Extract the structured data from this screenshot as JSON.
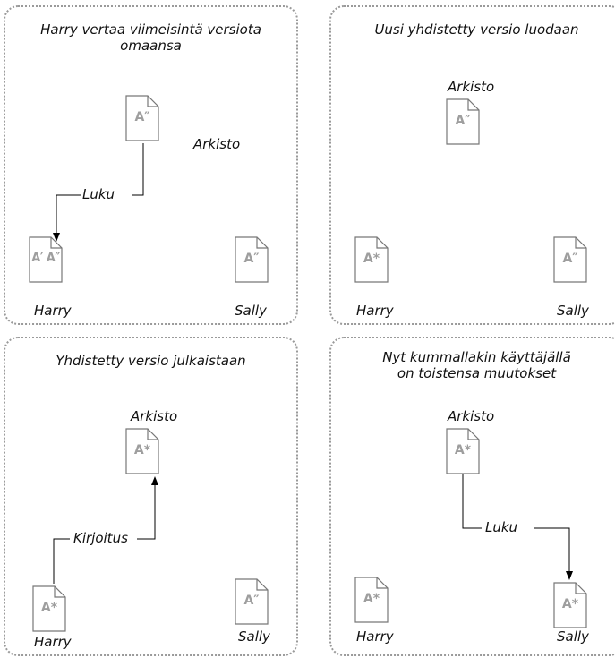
{
  "panels": [
    {
      "title_lines": [
        "Harry vertaa viimeisintä versiota",
        "omaansa"
      ],
      "repository_label": "Arkisto",
      "repository_doc": "A″",
      "action_label": "Luku",
      "harry_label": "Harry",
      "harry_doc": "A′ A″",
      "sally_label": "Sally",
      "sally_doc": "A″"
    },
    {
      "title_lines": [
        "Uusi yhdistetty versio luodaan"
      ],
      "repository_label": "Arkisto",
      "repository_doc": "A″",
      "harry_label": "Harry",
      "harry_doc": "A*",
      "sally_label": "Sally",
      "sally_doc": "A″"
    },
    {
      "title_lines": [
        "Yhdistetty versio julkaistaan"
      ],
      "repository_label": "Arkisto",
      "repository_doc": "A*",
      "action_label": "Kirjoitus",
      "harry_label": "Harry",
      "harry_doc": "A*",
      "sally_label": "Sally",
      "sally_doc": "A″"
    },
    {
      "title_lines": [
        "Nyt kummallakin käyttäjällä",
        "on toistensa muutokset"
      ],
      "repository_label": "Arkisto",
      "repository_doc": "A*",
      "action_label": "Luku",
      "harry_label": "Harry",
      "harry_doc": "A*",
      "sally_label": "Sally",
      "sally_doc": "A*"
    }
  ]
}
